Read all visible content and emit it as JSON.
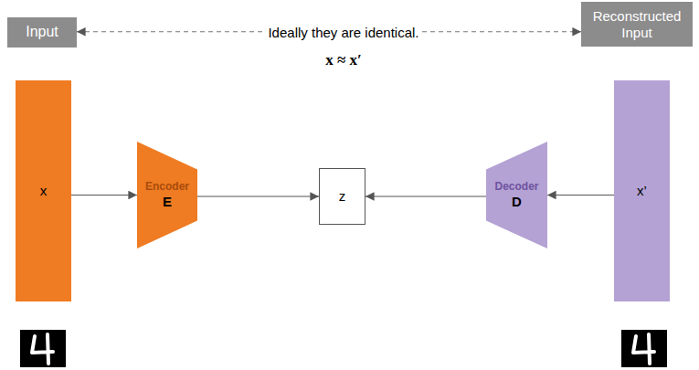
{
  "diagram": {
    "nodes": [
      {
        "text": [
          "Input"
        ]
      },
      {
        "text": [
          "Reconstructed Input"
        ]
      },
      {
        "text": [
          "x"
        ]
      },
      {
        "text": [
          "Encoder",
          "E"
        ]
      },
      {
        "text": [
          "z"
        ]
      },
      {
        "text": [
          "Decoder",
          "D"
        ]
      },
      {
        "text": [
          "x’"
        ]
      }
    ],
    "edges": [
      {
        "from": 0,
        "to": 1,
        "arrow": "both",
        "label": "Ideally they are identical."
      },
      {
        "from": 2,
        "to": 3,
        "arrow": "to"
      },
      {
        "from": 3,
        "to": 4,
        "arrow": "to"
      },
      {
        "from": 5,
        "to": 4,
        "arrow": "to"
      },
      {
        "from": 6,
        "to": 5,
        "arrow": "to"
      }
    ],
    "labels": [
      "x ≈ x′"
    ]
  }
}
